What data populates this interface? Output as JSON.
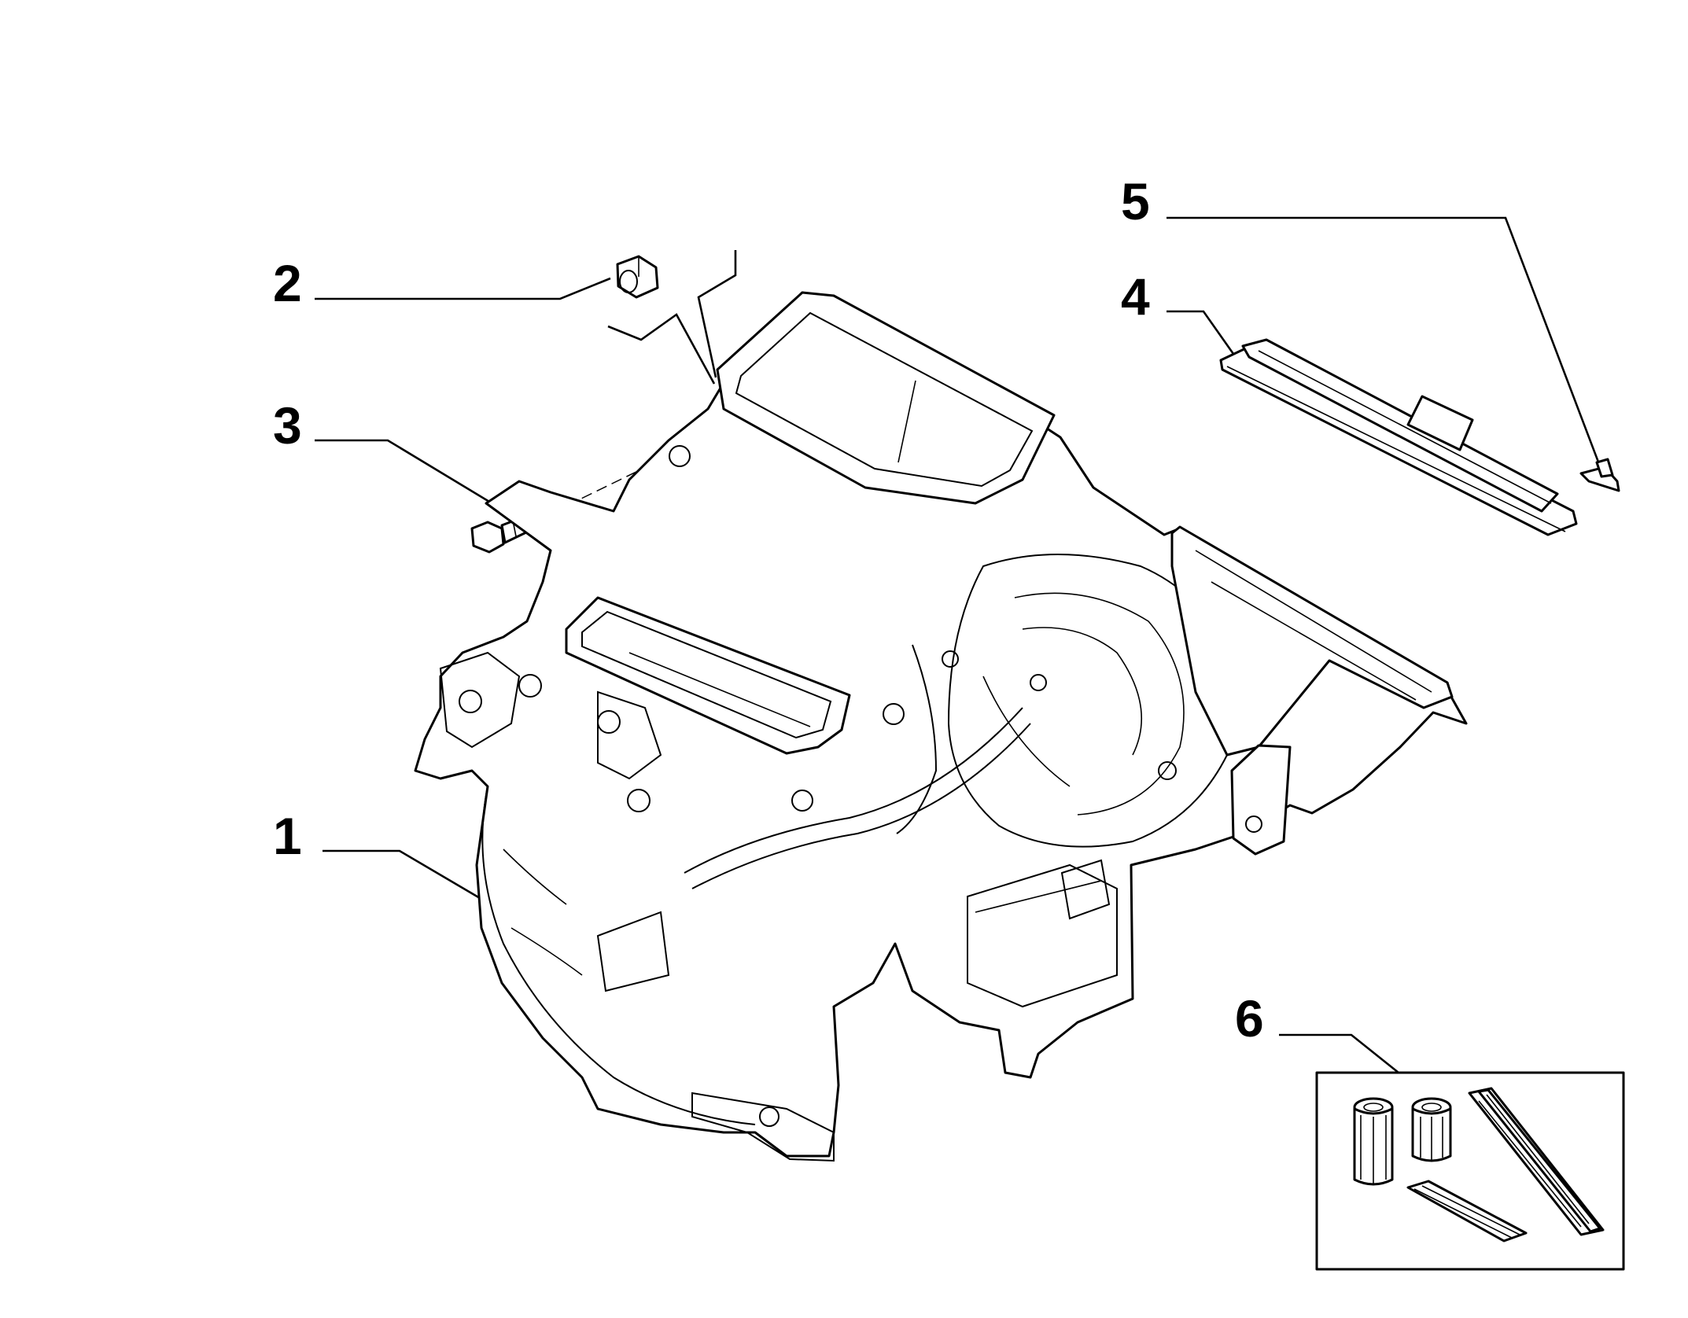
{
  "callouts": [
    {
      "id": "1",
      "label": "1",
      "part": "heater-ac-unit"
    },
    {
      "id": "2",
      "label": "2",
      "part": "nut"
    },
    {
      "id": "3",
      "label": "3",
      "part": "screw"
    },
    {
      "id": "4",
      "label": "4",
      "part": "pollen-filter"
    },
    {
      "id": "5",
      "label": "5",
      "part": "filter-clip"
    },
    {
      "id": "6",
      "label": "6",
      "part": "filter-kit"
    }
  ]
}
